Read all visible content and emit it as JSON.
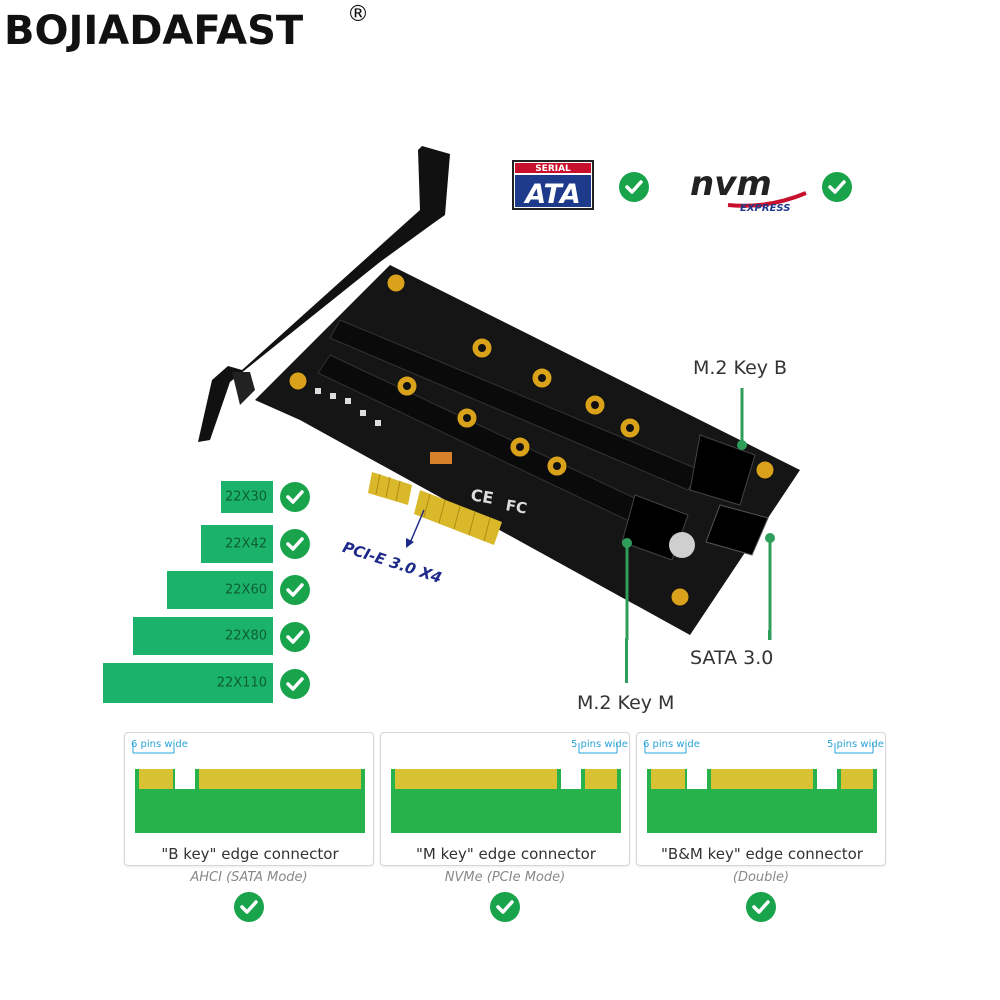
{
  "brand": {
    "name": "BOJIADAFAST",
    "mark": "®"
  },
  "protocols": [
    {
      "logo": "serial-ata-logo",
      "top": "SERIAL",
      "main": "ATA"
    },
    {
      "logo": "nvm-express-logo",
      "main": "nvm",
      "sub": "EXPRESS"
    }
  ],
  "callouts": {
    "key_b": "M.2 Key B",
    "key_m": "M.2 Key M",
    "sata": "SATA 3.0",
    "pcie": "PCI-E 3.0 X4"
  },
  "sizes": [
    "22X30",
    "22X42",
    "22X60",
    "22X80",
    "22X110"
  ],
  "connectors": [
    {
      "caption": "\"B key\"  edge connector",
      "mode": "AHCI   (SATA Mode)",
      "pins_left": "6 pins wide",
      "pins_right": ""
    },
    {
      "caption": "\"M key\"  edge connector",
      "mode": "NVMe (PCIe Mode)",
      "pins_left": "",
      "pins_right": "5 pins wide"
    },
    {
      "caption": "\"B&M key\"  edge connector",
      "mode": "(Double)",
      "pins_left": "6 pins wide",
      "pins_right": "5 pins wide"
    }
  ],
  "colors": {
    "check": "#19a44c",
    "module": "#1bb36a",
    "gold": "#d9b82a",
    "pcb": "#151515",
    "callout_line": "#2f9e5b"
  }
}
